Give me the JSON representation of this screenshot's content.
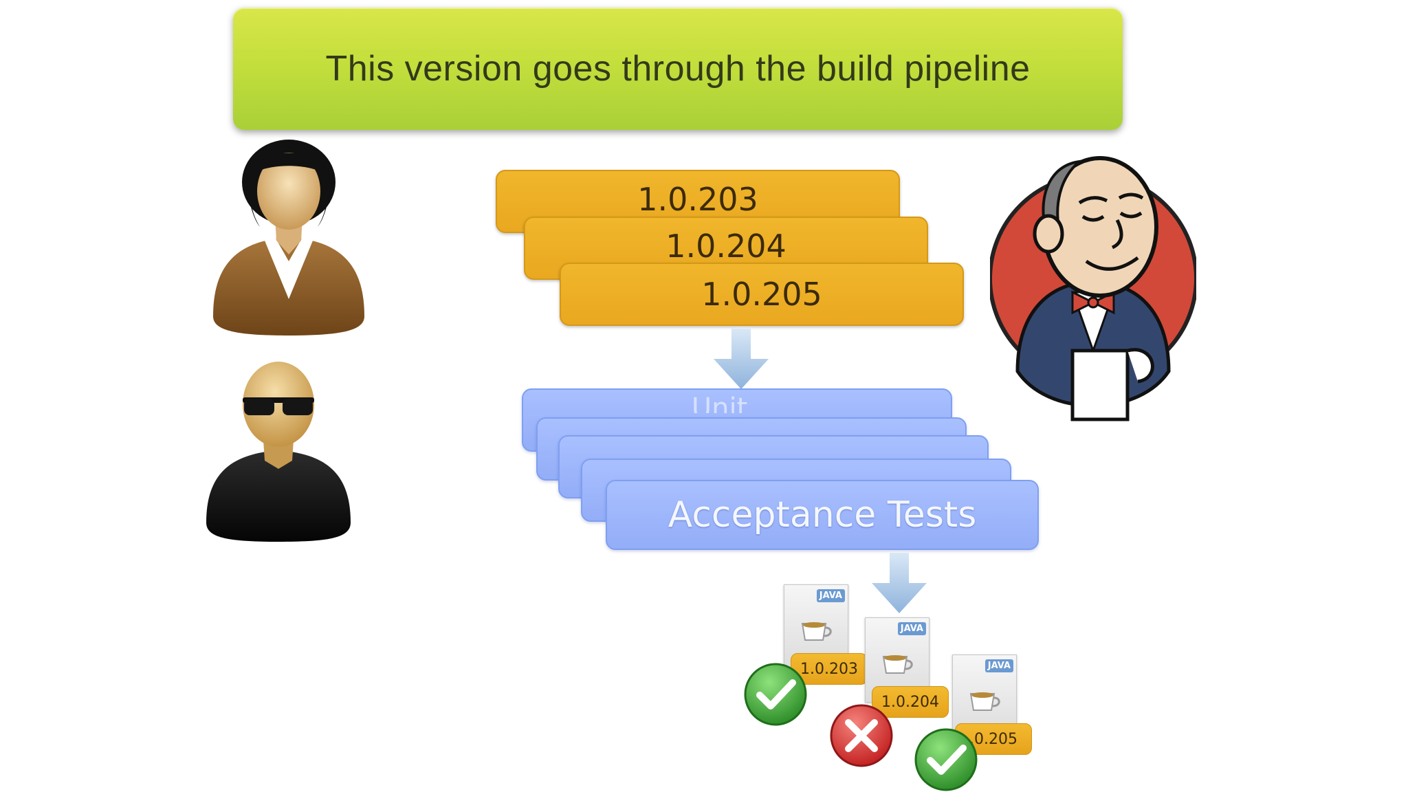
{
  "banner": {
    "text": "This version goes through the build pipeline"
  },
  "versions": [
    {
      "label": "1.0.203"
    },
    {
      "label": "1.0.204"
    },
    {
      "label": "1.0.205"
    }
  ],
  "stages": {
    "top_partial_label": "Unit ...",
    "front_label": "Acceptance Tests"
  },
  "artifacts": [
    {
      "tag": "JAVA",
      "version": "1.0.203",
      "status": "pass"
    },
    {
      "tag": "JAVA",
      "version": "1.0.204",
      "status": "fail"
    },
    {
      "tag": "JAVA",
      "version": ".0.205",
      "status": "pass"
    }
  ],
  "colors": {
    "banner": "#c4df3c",
    "version_bar": "#ecac24",
    "stage_bar": "#9fb8fc",
    "arrow": "#a9c6e6",
    "pass": "#3fa83a",
    "fail": "#d83a3a"
  },
  "icons": [
    "woman-user-icon",
    "man-sunglasses-user-icon",
    "jenkins-butler-icon",
    "down-arrow-icon",
    "java-artifact-icon",
    "check-icon",
    "cross-icon"
  ]
}
